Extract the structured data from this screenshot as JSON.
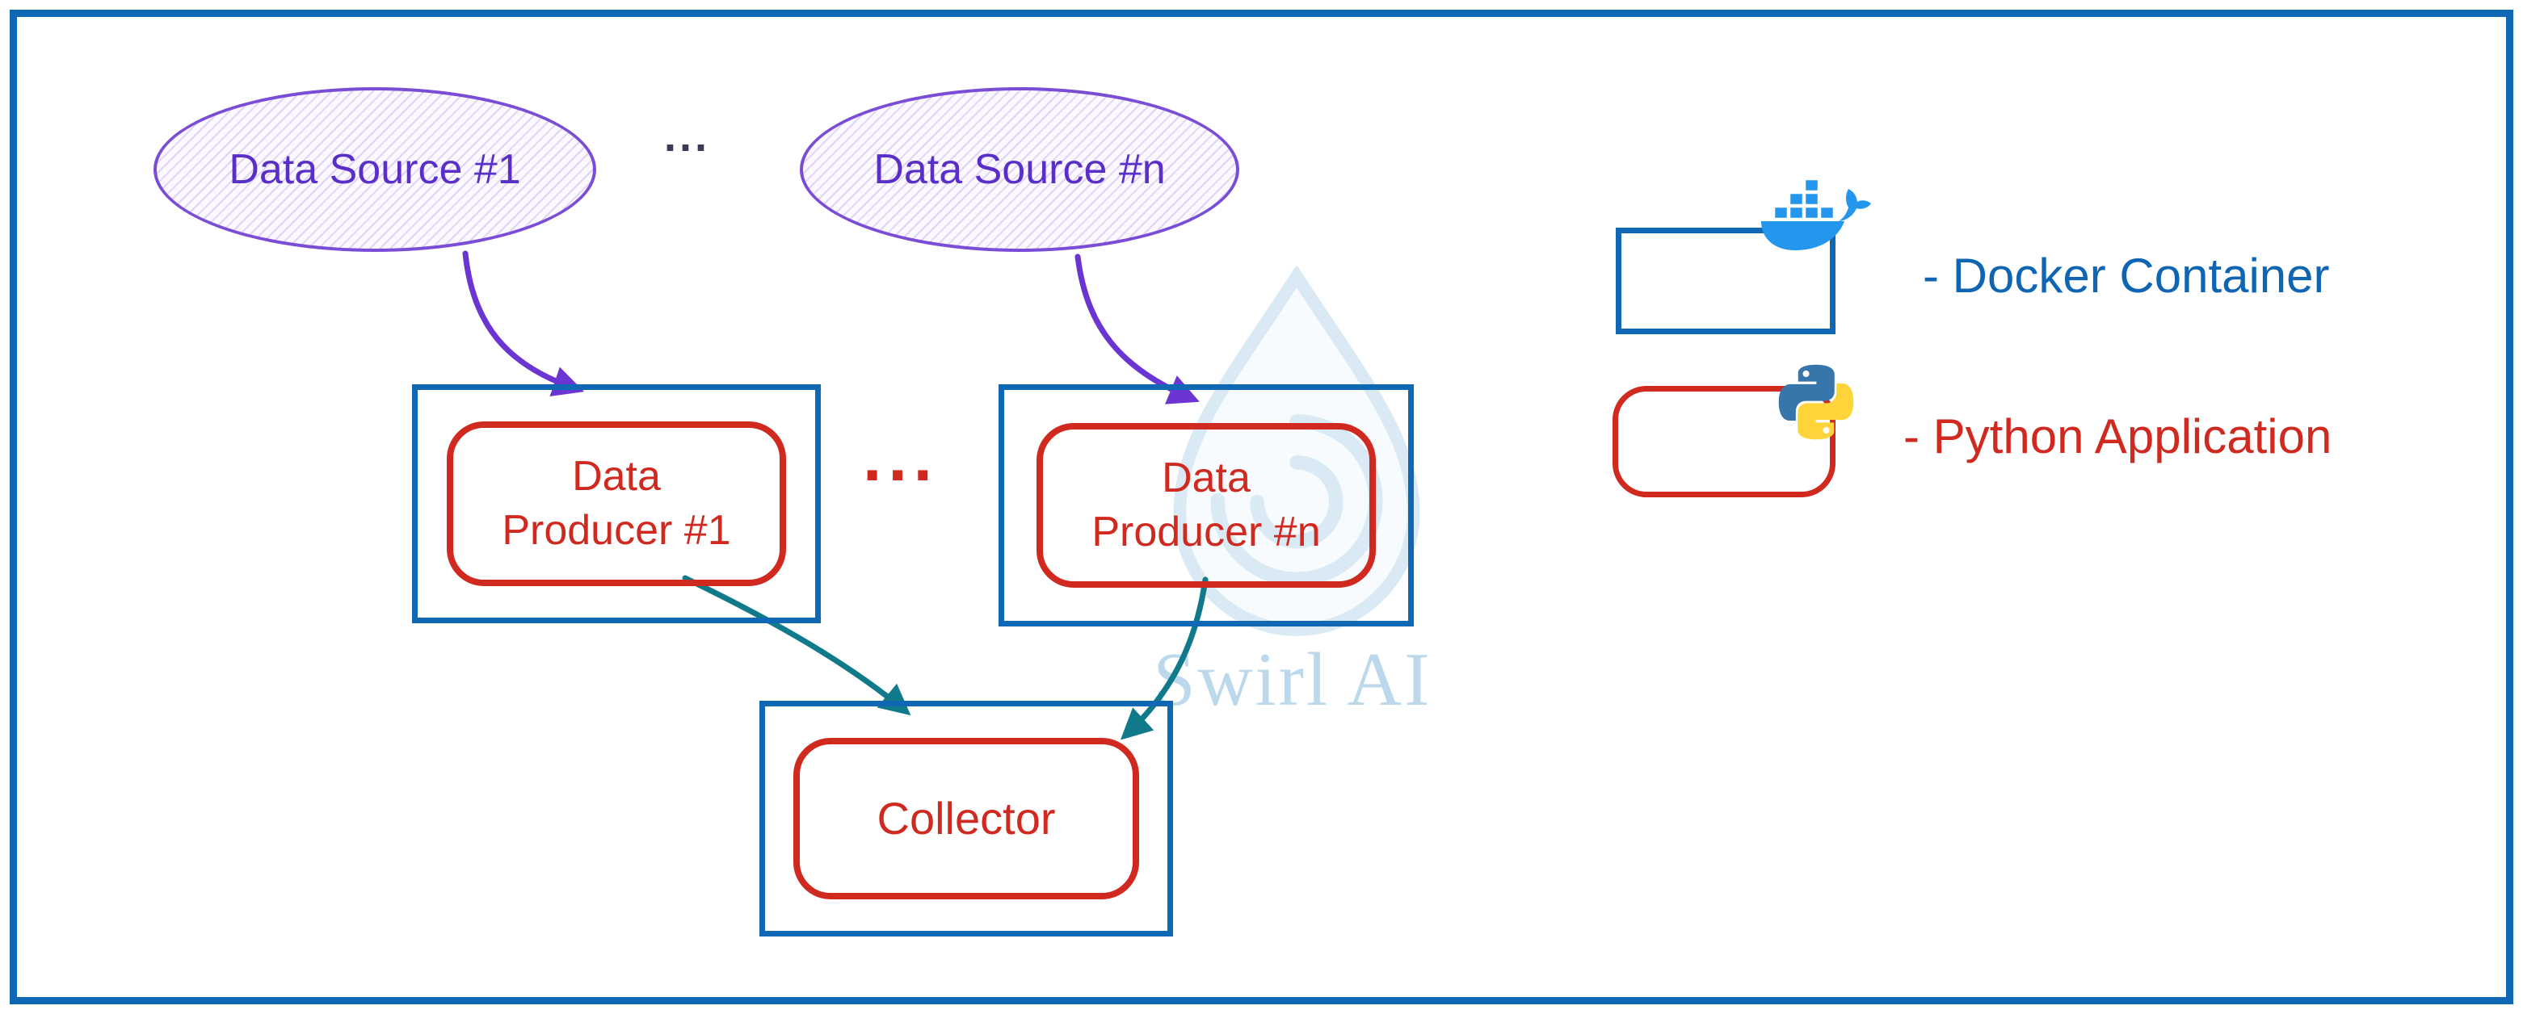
{
  "diagram": {
    "sources": {
      "s1": "Data Source #1",
      "s2": "Data Source #n",
      "ellipsis": "..."
    },
    "producers": {
      "p1_line1": "Data",
      "p1_line2": "Producer #1",
      "p2_line1": "Data",
      "p2_line2": "Producer #n",
      "ellipsis": "..."
    },
    "collector": "Collector",
    "watermark": "Swirl AI",
    "legend": {
      "docker": "- Docker Container",
      "python": "- Python Application"
    },
    "icons": {
      "docker": "docker-whale-icon",
      "python": "python-logo-icon",
      "watermark": "swirl-droplet-logo"
    },
    "colors": {
      "frame_blue": "#1068b5",
      "container_blue": "#1068b5",
      "app_red": "#d02920",
      "source_purple": "#5a2ec8",
      "arrow_purple": "#6a35d2",
      "arrow_teal": "#117a8a",
      "legend_blue_text": "#1065b3",
      "legend_red_text": "#d02920",
      "watermark_blue": "#bcd9ec"
    }
  }
}
